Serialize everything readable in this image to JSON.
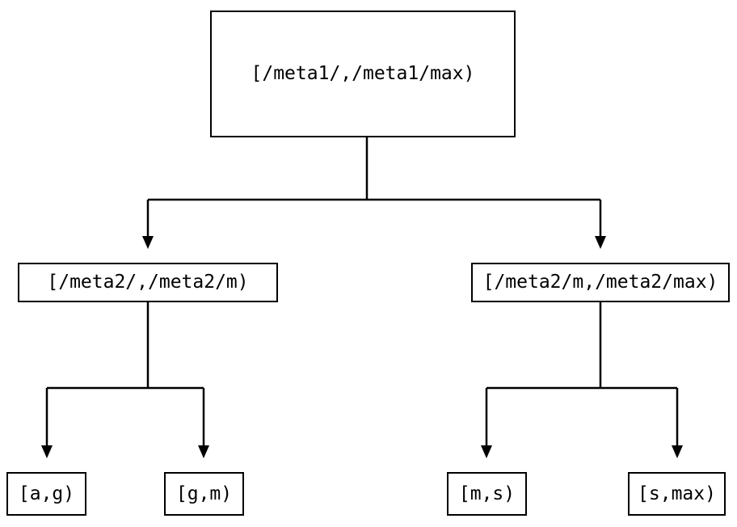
{
  "diagram": {
    "type": "binary-interval-partition-tree",
    "colors": {
      "background": "#ffffff",
      "line": "#000000",
      "text": "#000000"
    },
    "tree": {
      "root": {
        "label": "[/meta1/,/meta1/max)"
      },
      "children": [
        {
          "label": "[/meta2/,/meta2/m)",
          "children": [
            {
              "label": "[a,g)"
            },
            {
              "label": "[g,m)"
            }
          ]
        },
        {
          "label": "[/meta2/m,/meta2/max)",
          "children": [
            {
              "label": "[m,s)"
            },
            {
              "label": "[s,max)"
            }
          ]
        }
      ]
    }
  }
}
